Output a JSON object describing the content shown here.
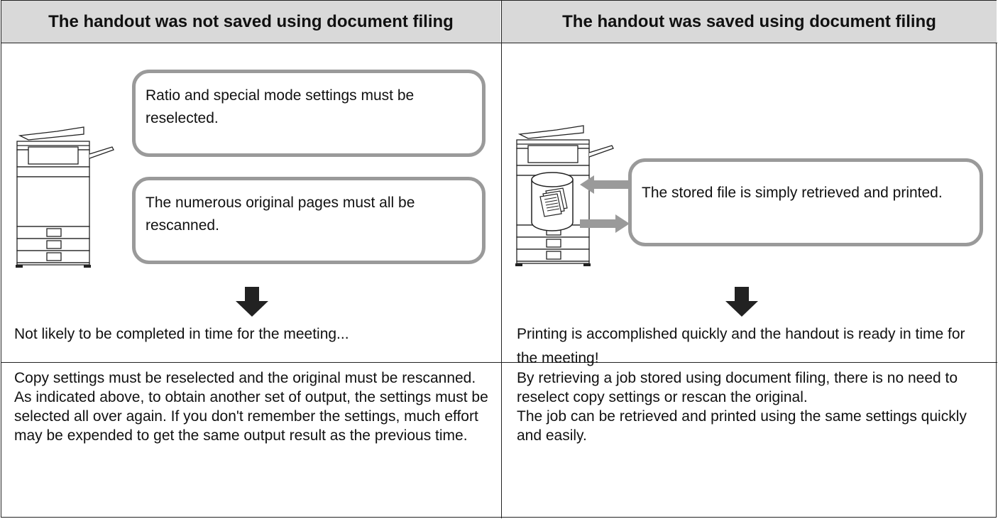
{
  "headers": {
    "left": "The handout was not saved using document filing",
    "right": "The handout was saved using document filing"
  },
  "left_panel": {
    "bubble_1": "Ratio and special mode settings must be reselected.",
    "bubble_2": "The numerous original pages must all be rescanned.",
    "result": "Not likely to be completed in time for the meeting...",
    "icons": [
      "copier-icon",
      "down-arrow-icon"
    ]
  },
  "right_panel": {
    "bubble_1": "The stored file is simply retrieved and printed.",
    "result": "Printing is accomplished quickly and the handout is ready in time for the meeting!",
    "icons": [
      "copier-icon",
      "stored-file-drum-icon",
      "left-arrow-icon",
      "right-arrow-icon",
      "down-arrow-icon"
    ]
  },
  "descriptions": {
    "left": [
      "Copy settings must be reselected and the original must be rescanned.",
      "As indicated above, to obtain another set of output, the settings must be selected all over again. If you don't remember the settings, much effort may be expended to get the same output result as the previous time."
    ],
    "right": [
      "By retrieving a job stored using document filing, there is no need to reselect copy settings or rescan the original.",
      "The job can be retrieved and printed using the same settings quickly and easily."
    ]
  },
  "colors": {
    "header_bg": "#d9d9d9",
    "bubble_border": "#9a9a9a",
    "arrow": "#9a9a9a",
    "down_arrow": "#222222"
  }
}
